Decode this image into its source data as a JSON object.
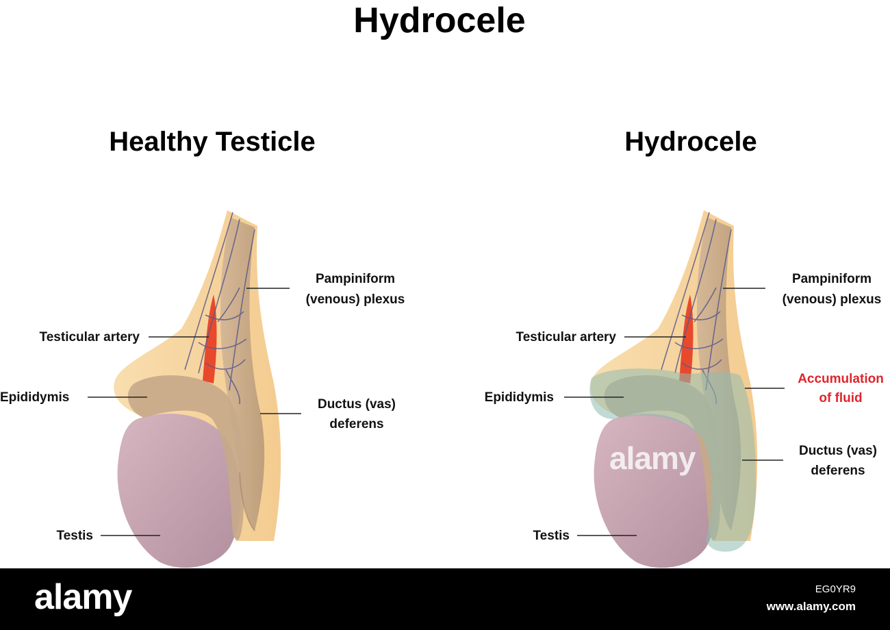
{
  "title": "Hydrocele",
  "panels": [
    {
      "heading": "Healthy Testicle",
      "labels": {
        "pampiniform_line1": "Pampiniform",
        "pampiniform_line2": "(venous) plexus",
        "testicular_artery": "Testicular artery",
        "epididymis": "Epididymis",
        "ductus_line1": "Ductus (vas)",
        "ductus_line2": "deferens",
        "testis": "Testis"
      }
    },
    {
      "heading": "Hydrocele",
      "labels": {
        "pampiniform_line1": "Pampiniform",
        "pampiniform_line2": "(venous) plexus",
        "testicular_artery": "Testicular artery",
        "accumulation_line1": "Accumulation",
        "accumulation_line2": "of fluid",
        "epididymis": "Epididymis",
        "ductus_line1": "Ductus (vas)",
        "ductus_line2": "deferens",
        "testis": "Testis"
      }
    }
  ],
  "watermark": {
    "logo": "alamy",
    "image_id": "EG0YR9",
    "url": "www.alamy.com"
  },
  "colors": {
    "spermatic_cord": "#f7d8a3",
    "vas_deferens": "#c9ad8c",
    "epididymis": "#c7a98a",
    "testis": "#cfaeb8",
    "artery": "#e8492c",
    "veins": "#5b5a8c",
    "fluid": "#9fc3b8",
    "accent_red": "#e0242c"
  }
}
